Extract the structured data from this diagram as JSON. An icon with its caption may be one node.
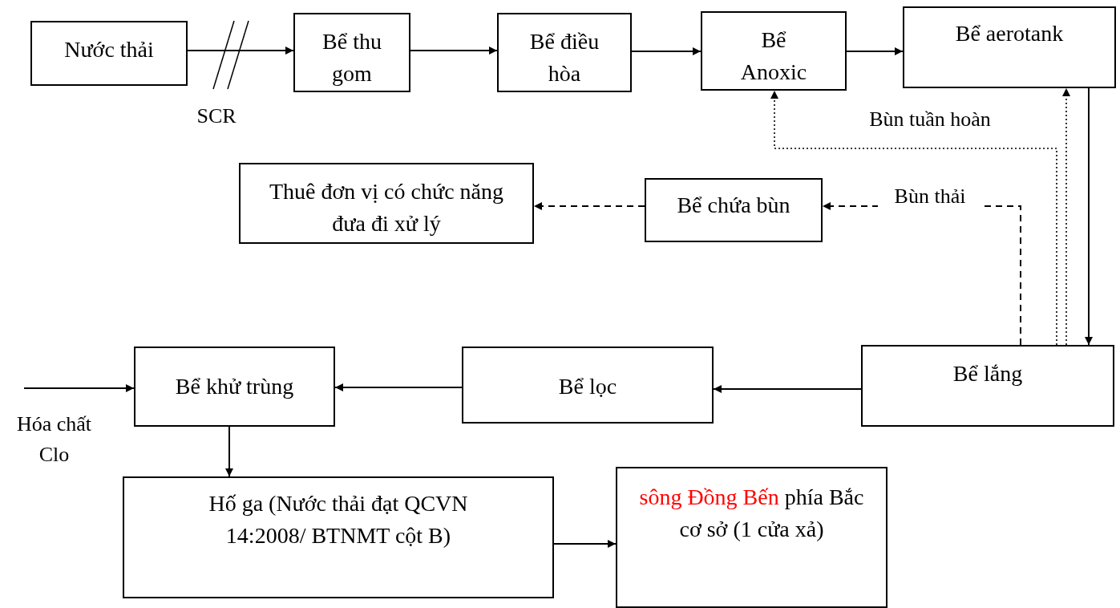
{
  "diagram": {
    "nodes": [
      {
        "text": [
          "Nước thải"
        ]
      },
      {
        "text": [
          "Bể thu gom"
        ]
      },
      {
        "text": [
          "Bể điều hòa"
        ]
      },
      {
        "text": [
          "Bể Anoxic"
        ]
      },
      {
        "text": [
          "Bể aerotank"
        ]
      },
      {
        "text": [
          "Thuê đơn vị có chức năng đưa đi xử lý"
        ]
      },
      {
        "text": [
          "Bể chứa bùn"
        ]
      },
      {
        "text": [
          "Bể lắng"
        ]
      },
      {
        "text": [
          "Bể lọc"
        ]
      },
      {
        "text": [
          "Bể khử trùng"
        ]
      },
      {
        "text": [
          "Hố ga (Nước thải đạt QCVN 14:2008/ BTNMT cột B)"
        ]
      },
      {
        "text": [
          "sông Đồng Bến phía Bắc cơ sở (1 cửa xả)"
        ]
      }
    ],
    "edges": [
      {
        "from": 0,
        "to": 1,
        "arrow": "to",
        "label": "SCR"
      },
      {
        "from": 1,
        "to": 2,
        "arrow": "to"
      },
      {
        "from": 2,
        "to": 3,
        "arrow": "to"
      },
      {
        "from": 3,
        "to": 4,
        "arrow": "to"
      },
      {
        "from": 4,
        "to": 7,
        "arrow": "to"
      },
      {
        "from": 7,
        "to": 3,
        "arrow": "to",
        "style": "dashed",
        "label": "Bùn tuần hoàn"
      },
      {
        "from": 7,
        "to": 4,
        "arrow": "to",
        "style": "dashed"
      },
      {
        "from": 7,
        "to": 6,
        "arrow": "to",
        "style": "dashed",
        "label": "Bùn thải"
      },
      {
        "from": 6,
        "to": 5,
        "arrow": "to",
        "style": "dashed"
      },
      {
        "from": 7,
        "to": 8,
        "arrow": "to"
      },
      {
        "from": 8,
        "to": 9,
        "arrow": "to"
      },
      {
        "from": null,
        "to": 9,
        "arrow": "to",
        "label": "Hóa chất Clo"
      },
      {
        "from": 9,
        "to": 10,
        "arrow": "to"
      },
      {
        "from": 10,
        "to": 11,
        "arrow": "to"
      }
    ]
  }
}
